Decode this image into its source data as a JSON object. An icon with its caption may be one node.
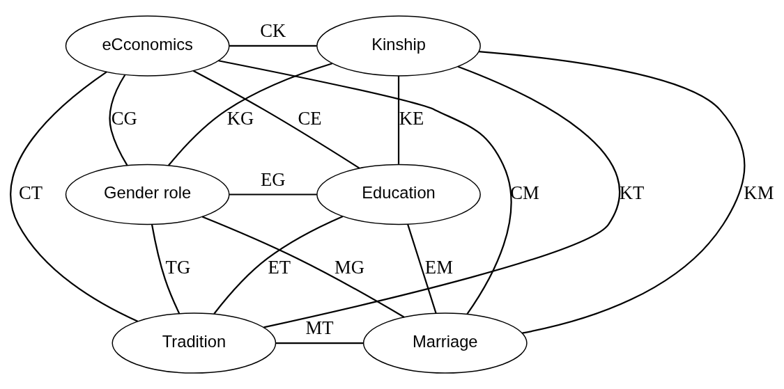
{
  "diagram": {
    "nodes": [
      {
        "text": [
          "eCconomics"
        ]
      },
      {
        "text": [
          "Kinship"
        ]
      },
      {
        "text": [
          "Gender role"
        ]
      },
      {
        "text": [
          "Education"
        ]
      },
      {
        "text": [
          "Tradition"
        ]
      },
      {
        "text": [
          "Marriage"
        ]
      }
    ],
    "edges": [
      {
        "from": 0,
        "to": 1,
        "arrow": "none",
        "label": "CK"
      },
      {
        "from": 0,
        "to": 3,
        "arrow": "none",
        "label": "CE"
      },
      {
        "from": 0,
        "to": 2,
        "arrow": "none",
        "label": "CG"
      },
      {
        "from": 0,
        "to": 4,
        "arrow": "none",
        "label": "CT"
      },
      {
        "from": 0,
        "to": 5,
        "arrow": "none",
        "label": "CM"
      },
      {
        "from": 1,
        "to": 3,
        "arrow": "none",
        "label": "KE"
      },
      {
        "from": 1,
        "to": 2,
        "arrow": "none",
        "label": "KG"
      },
      {
        "from": 1,
        "to": 4,
        "arrow": "none",
        "label": "KT"
      },
      {
        "from": 1,
        "to": 5,
        "arrow": "none",
        "label": "KM"
      },
      {
        "from": 2,
        "to": 3,
        "arrow": "none",
        "label": "EG"
      },
      {
        "from": 2,
        "to": 4,
        "arrow": "none",
        "label": "TG"
      },
      {
        "from": 2,
        "to": 5,
        "arrow": "none",
        "label": "MG"
      },
      {
        "from": 3,
        "to": 4,
        "arrow": "none",
        "label": "ET"
      },
      {
        "from": 3,
        "to": 5,
        "arrow": "none",
        "label": "EM"
      },
      {
        "from": 4,
        "to": 5,
        "arrow": "none",
        "label": "MT"
      }
    ]
  }
}
